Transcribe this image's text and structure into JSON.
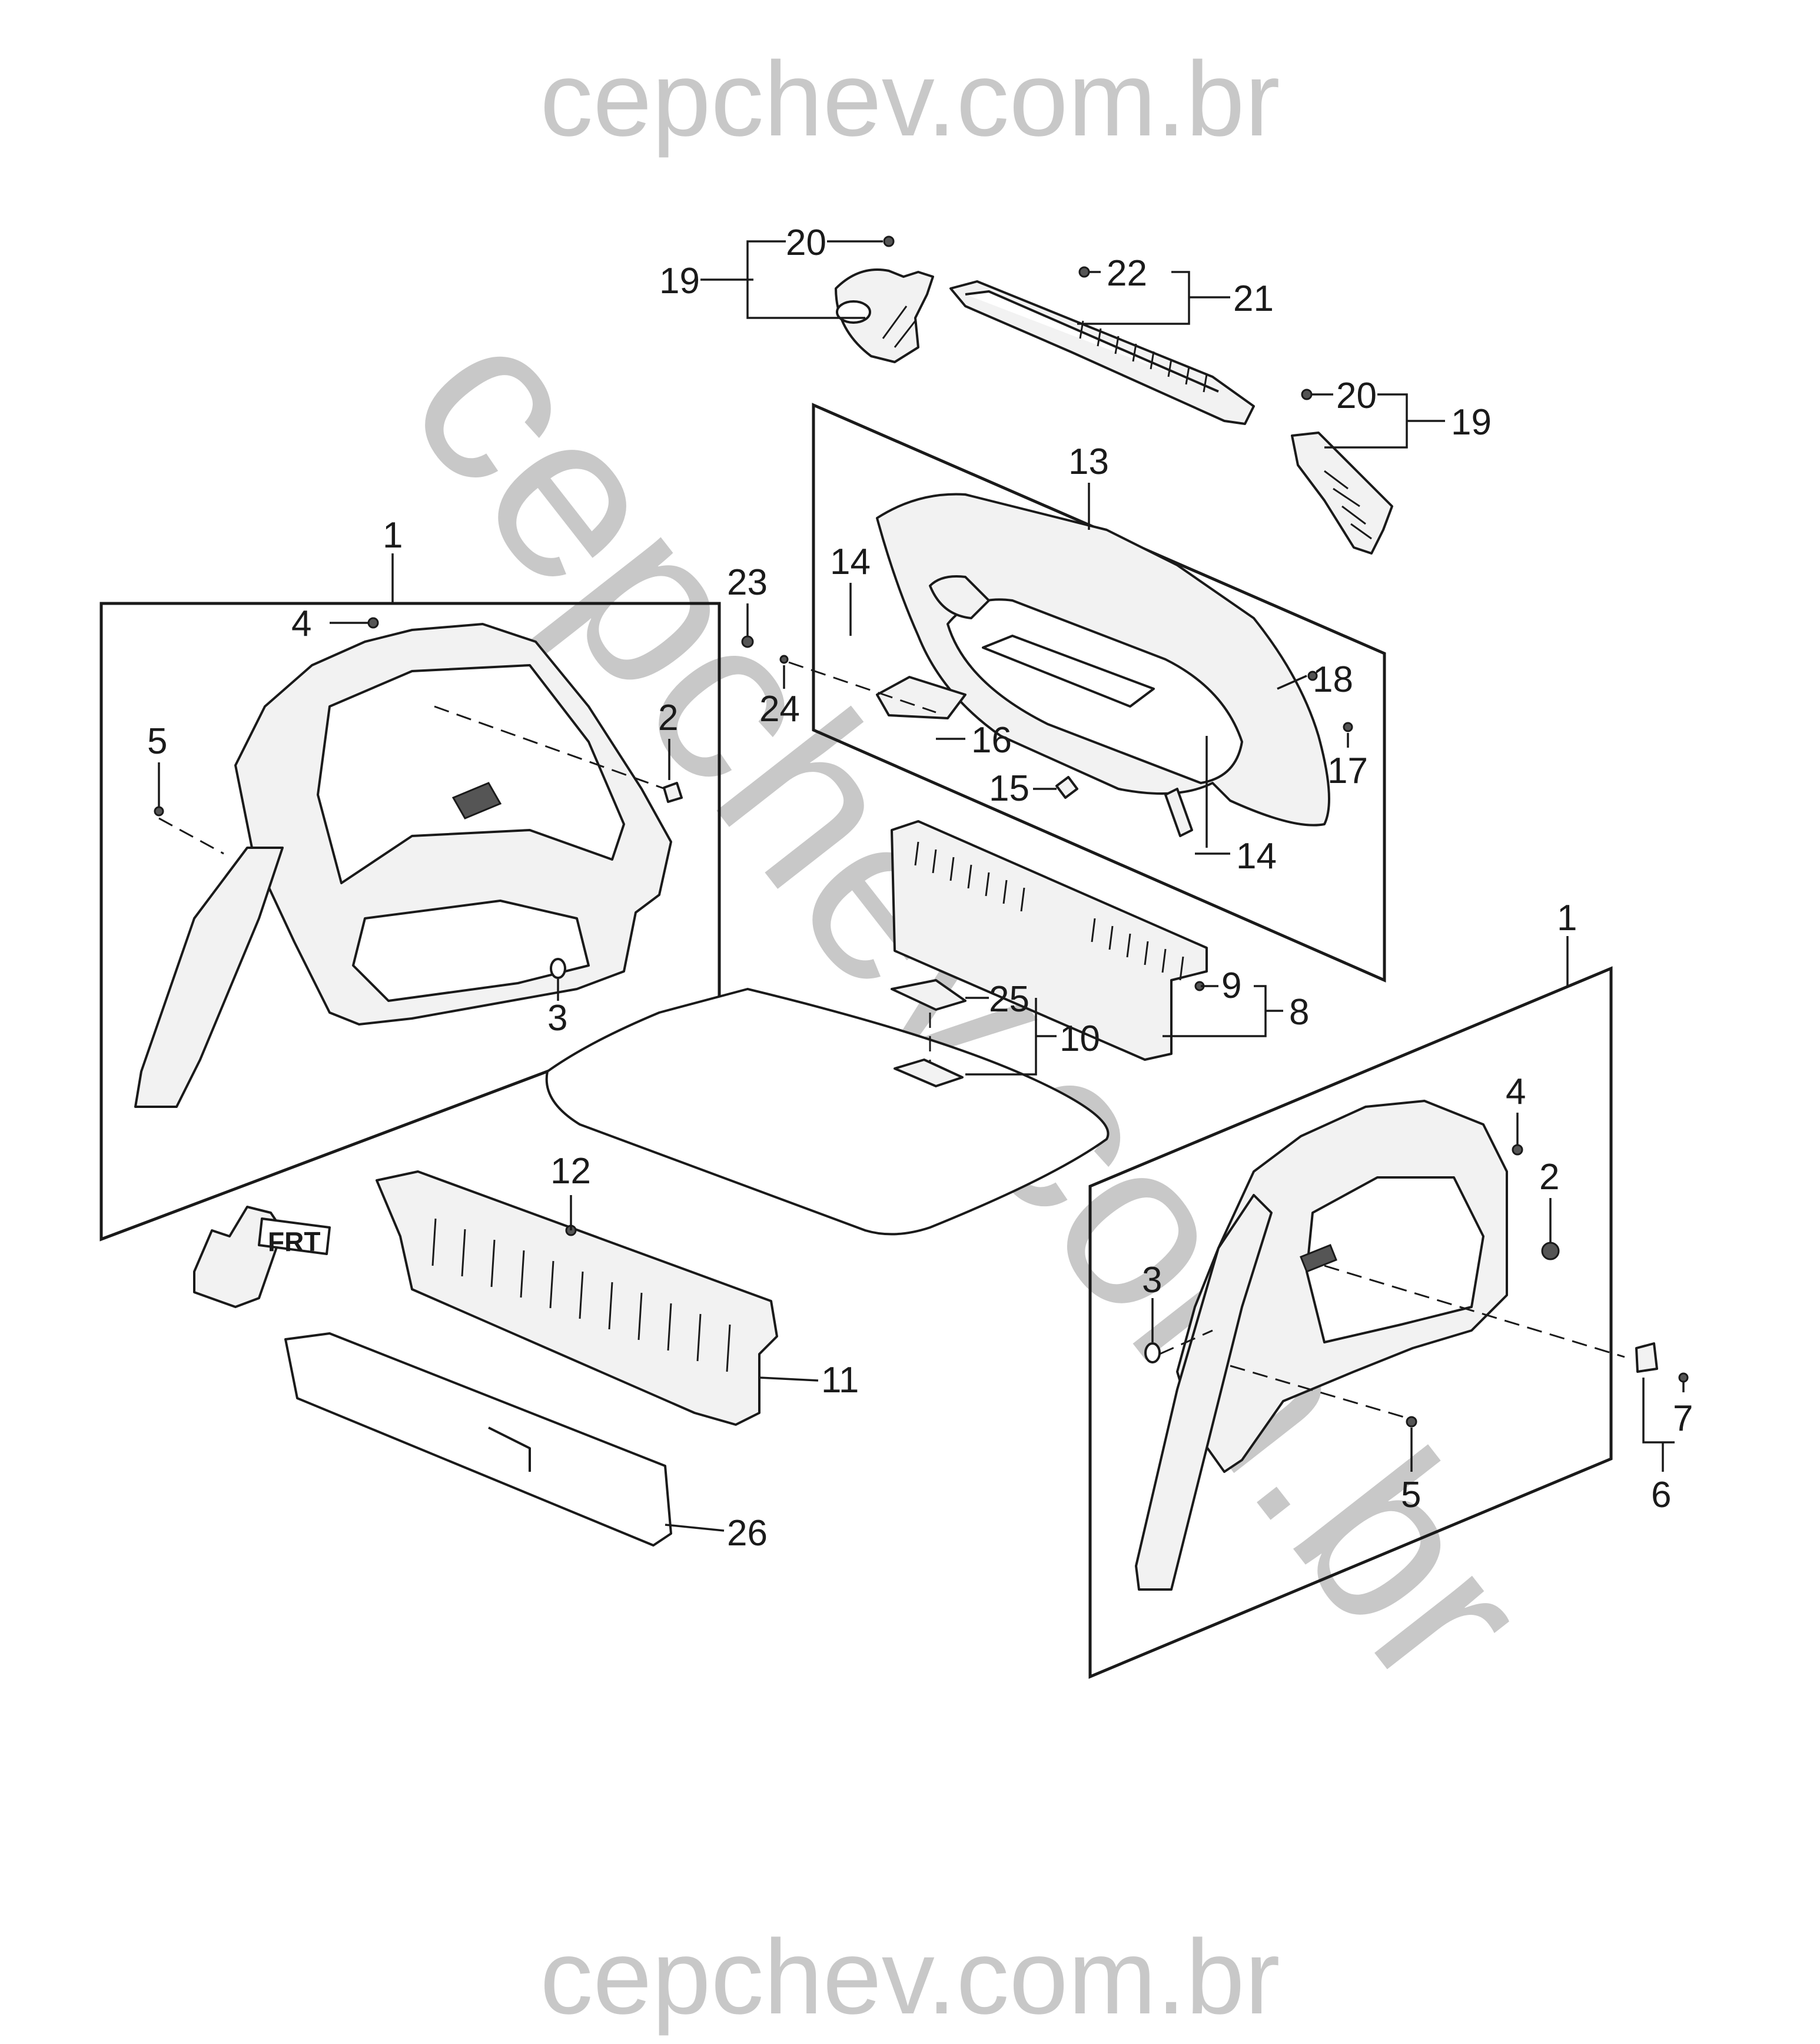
{
  "watermark": {
    "top": "cepchev.com.br",
    "diagonal": "cepchev.com.br",
    "bottom": "cepchev.com.br"
  },
  "callouts": {
    "c1_left": "1",
    "c1_right": "1",
    "c2_left": "2",
    "c2_right": "2",
    "c3_left": "3",
    "c3_right": "3",
    "c4_left": "4",
    "c4_right": "4",
    "c5_left": "5",
    "c5_right": "5",
    "c6": "6",
    "c7": "7",
    "c8": "8",
    "c9": "9",
    "c10": "10",
    "c11": "11",
    "c12": "12",
    "c13": "13",
    "c14_top": "14",
    "c14_bottom": "14",
    "c15": "15",
    "c16": "16",
    "c17": "17",
    "c18": "18",
    "c19_left": "19",
    "c19_right": "19",
    "c20_left": "20",
    "c20_right": "20",
    "c21": "21",
    "c22": "22",
    "c23": "23",
    "c24": "24",
    "c25": "25",
    "c26": "26"
  },
  "front_arrow": {
    "label": "FRT"
  }
}
